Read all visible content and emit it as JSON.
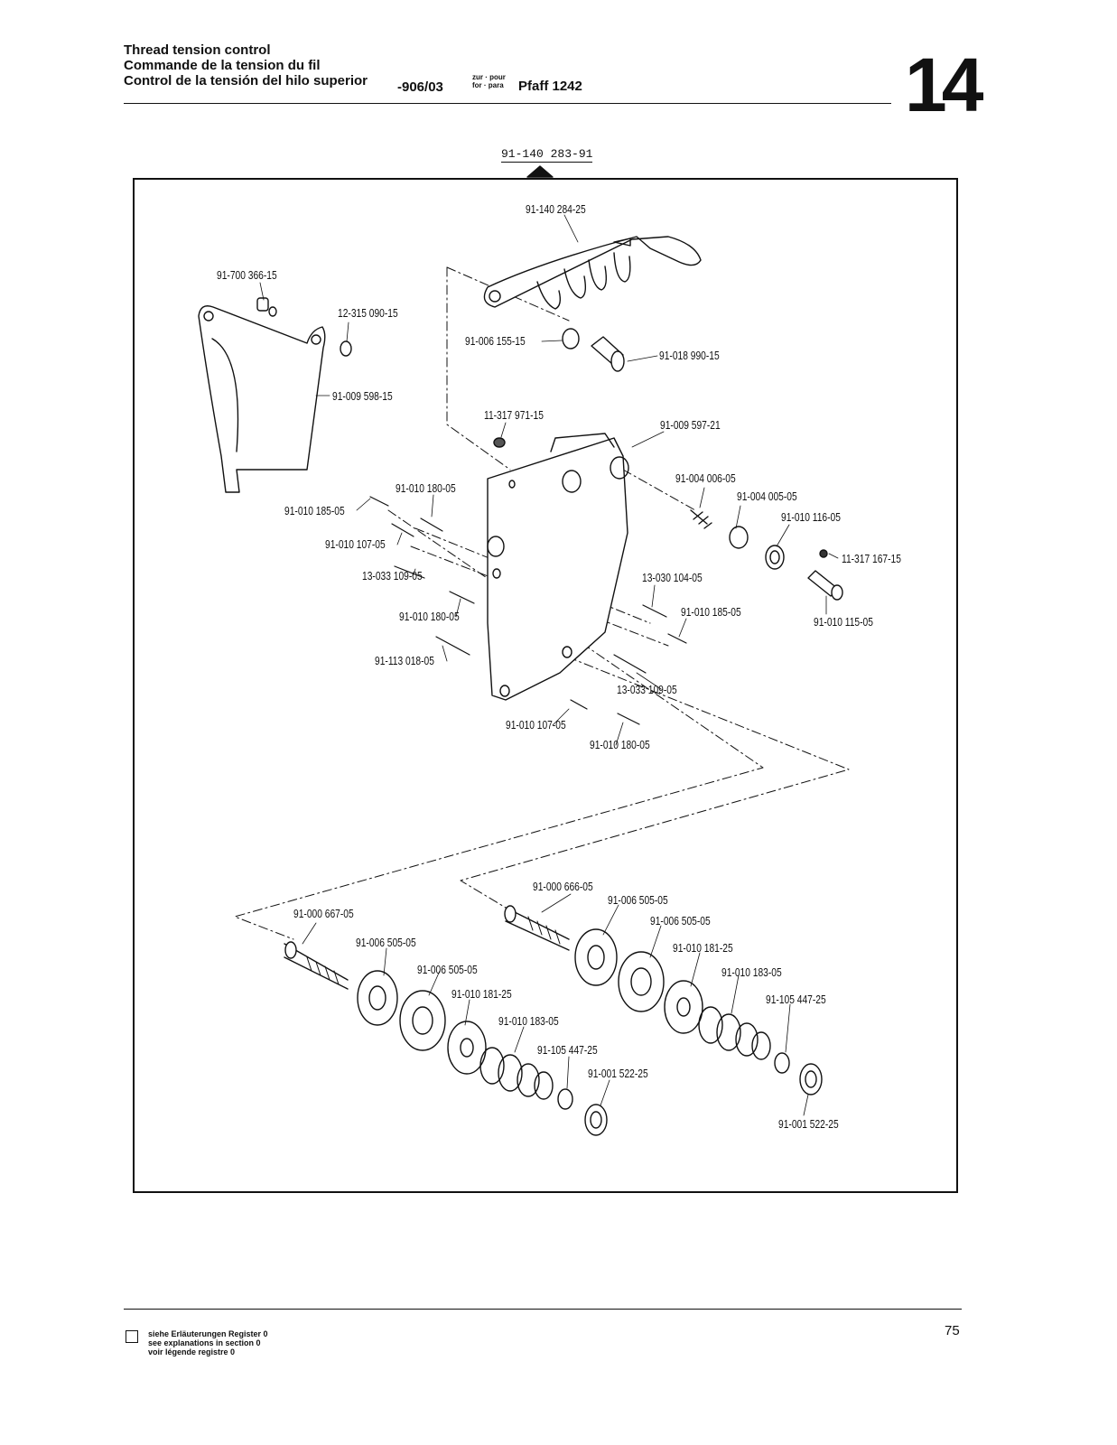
{
  "header": {
    "title_lines": [
      "Thread tension control",
      "Commande de la tension du fil",
      "Control de la tensión del hilo superior"
    ],
    "code": "-906/03",
    "zur_lines": [
      "zur · pour",
      "for · para"
    ],
    "model": "Pfaff 1242",
    "section_number": "14"
  },
  "diagram": {
    "assembly_number": "91-140 283-91",
    "callouts": [
      "91-140 284-25",
      "91-700 366-15",
      "12-315 090-15",
      "91-006 155-15",
      "91-018 990-15",
      "91-009 598-15",
      "11-317 971-15",
      "91-009 597-21",
      "91-004 006-05",
      "91-010 180-05",
      "91-004 005-05",
      "91-010 185-05",
      "91-010 116-05",
      "91-010 107-05",
      "11-317 167-15",
      "13-033 109-05",
      "13-030 104-05",
      "91-010 180-05",
      "91-010 185-05",
      "91-010 115-05",
      "91-113 018-05",
      "13-033 109-05",
      "91-010 107-05",
      "91-010 180-05",
      "91-000 666-05",
      "91-006 505-05",
      "91-000 667-05",
      "91-006 505-05",
      "91-006 505-05",
      "91-010 181-25",
      "91-006 505-05",
      "91-010 181-25",
      "91-010 183-05",
      "91-010 183-05",
      "91-105 447-25",
      "91-105 447-25",
      "91-001 522-25",
      "91-001 522-25"
    ]
  },
  "footer": {
    "notes": [
      "siehe Erläuterungen Register 0",
      "see explanations in section 0",
      "voir légende registre 0"
    ],
    "page_number": "75"
  }
}
